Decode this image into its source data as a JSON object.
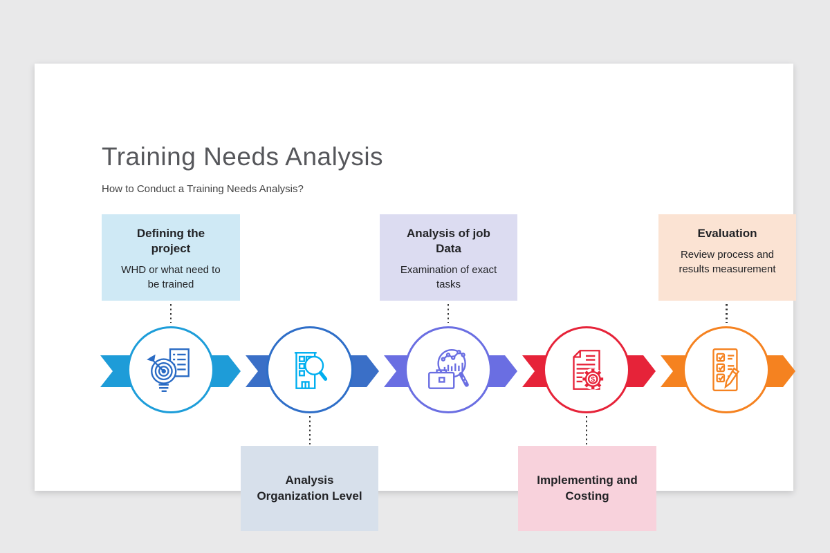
{
  "page": {
    "background_color": "#e9e9ea",
    "card_color": "#ffffff"
  },
  "header": {
    "title": "Training Needs Analysis",
    "subtitle": "How to Conduct a Training Needs Analysis?"
  },
  "steps": [
    {
      "title": "Defining the project",
      "description": "WHD or what need to be trained",
      "box_color": "#cfe9f5",
      "band_color": "#1e9cd8",
      "circle_border_color": "#1d9dd9",
      "icon": "bulb-target-document-icon",
      "icon_color": "#2a6bc4",
      "box_position": "top",
      "connector_style": "dotted"
    },
    {
      "title": "Analysis Organization Level",
      "description": "",
      "box_color": "#d7e0eb",
      "band_color": "#3a6fc7",
      "circle_border_color": "#2e6ec8",
      "icon": "building-magnifier-icon",
      "icon_color": "#00aeef",
      "box_position": "bottom",
      "connector_style": "dotted"
    },
    {
      "title": "Analysis of job Data",
      "description": "Examination of exact tasks",
      "box_color": "#dcdcf1",
      "band_color": "#6a6ee2",
      "circle_border_color": "#6a6ee2",
      "icon": "briefcase-chart-magnifier-icon",
      "icon_color": "#6a6ee2",
      "box_position": "top",
      "connector_style": "dotted"
    },
    {
      "title": "Implementing and Costing",
      "description": "",
      "box_color": "#f8d2dc",
      "band_color": "#e62339",
      "circle_border_color": "#e62339",
      "icon": "document-gear-dollar-icon",
      "icon_color": "#e62339",
      "box_position": "bottom",
      "connector_style": "dotted"
    },
    {
      "title": "Evaluation",
      "description": "Review process and results measurement",
      "box_color": "#fbe3d3",
      "band_color": "#f58220",
      "circle_border_color": "#f58220",
      "icon": "checklist-pencil-icon",
      "icon_color": "#f58220",
      "box_position": "top",
      "connector_style": "dotted"
    }
  ]
}
